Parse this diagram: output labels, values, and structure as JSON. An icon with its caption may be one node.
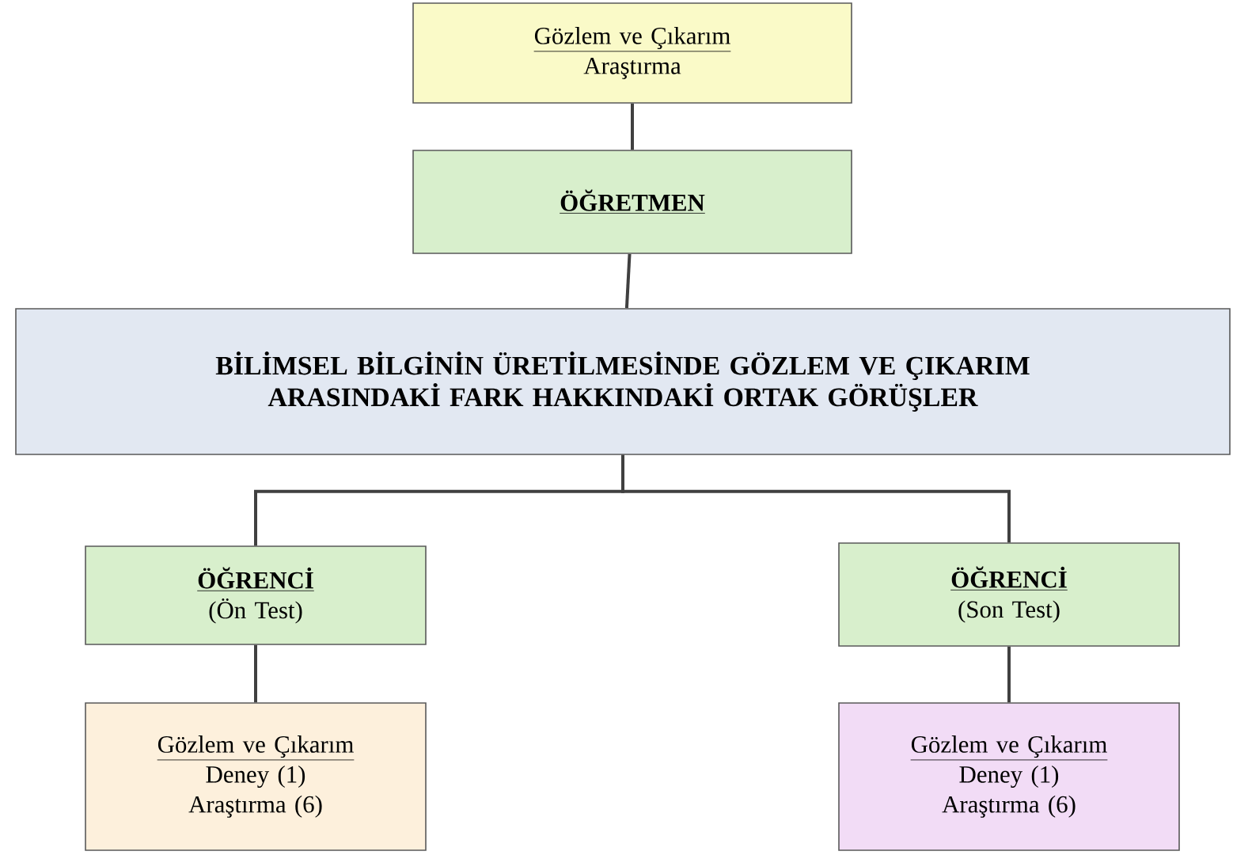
{
  "diagram": {
    "nodes": [
      {
        "text": [
          "Gözlem ve Çıkarım",
          "Araştırma"
        ]
      },
      {
        "text": [
          "ÖĞRETMEN"
        ]
      },
      {
        "text": [
          "BİLİMSEL BİLGİNİN ÜRETİLMESİNDE GÖZLEM VE ÇIKARIM ARASINDAKİ FARK  HAKKINDAKİ ORTAK GÖRÜŞLER"
        ]
      },
      {
        "text": [
          "ÖĞRENCİ",
          "(Ön Test)"
        ]
      },
      {
        "text": [
          "ÖĞRENCİ",
          "(Son Test)"
        ]
      },
      {
        "text": [
          "Gözlem ve Çıkarım",
          "Deney  (1)",
          "Araştırma  (6)"
        ]
      },
      {
        "text": [
          "Gözlem ve Çıkarım",
          "Deney (1)",
          "Araştırma (6)"
        ]
      }
    ],
    "edges": [
      {
        "from": 0,
        "to": 1,
        "arrow": "none"
      },
      {
        "from": 1,
        "to": 2,
        "arrow": "none"
      },
      {
        "from": 2,
        "to": 3,
        "arrow": "none"
      },
      {
        "from": 2,
        "to": 4,
        "arrow": "none"
      },
      {
        "from": 3,
        "to": 5,
        "arrow": "none"
      },
      {
        "from": 4,
        "to": 6,
        "arrow": "none"
      }
    ]
  }
}
